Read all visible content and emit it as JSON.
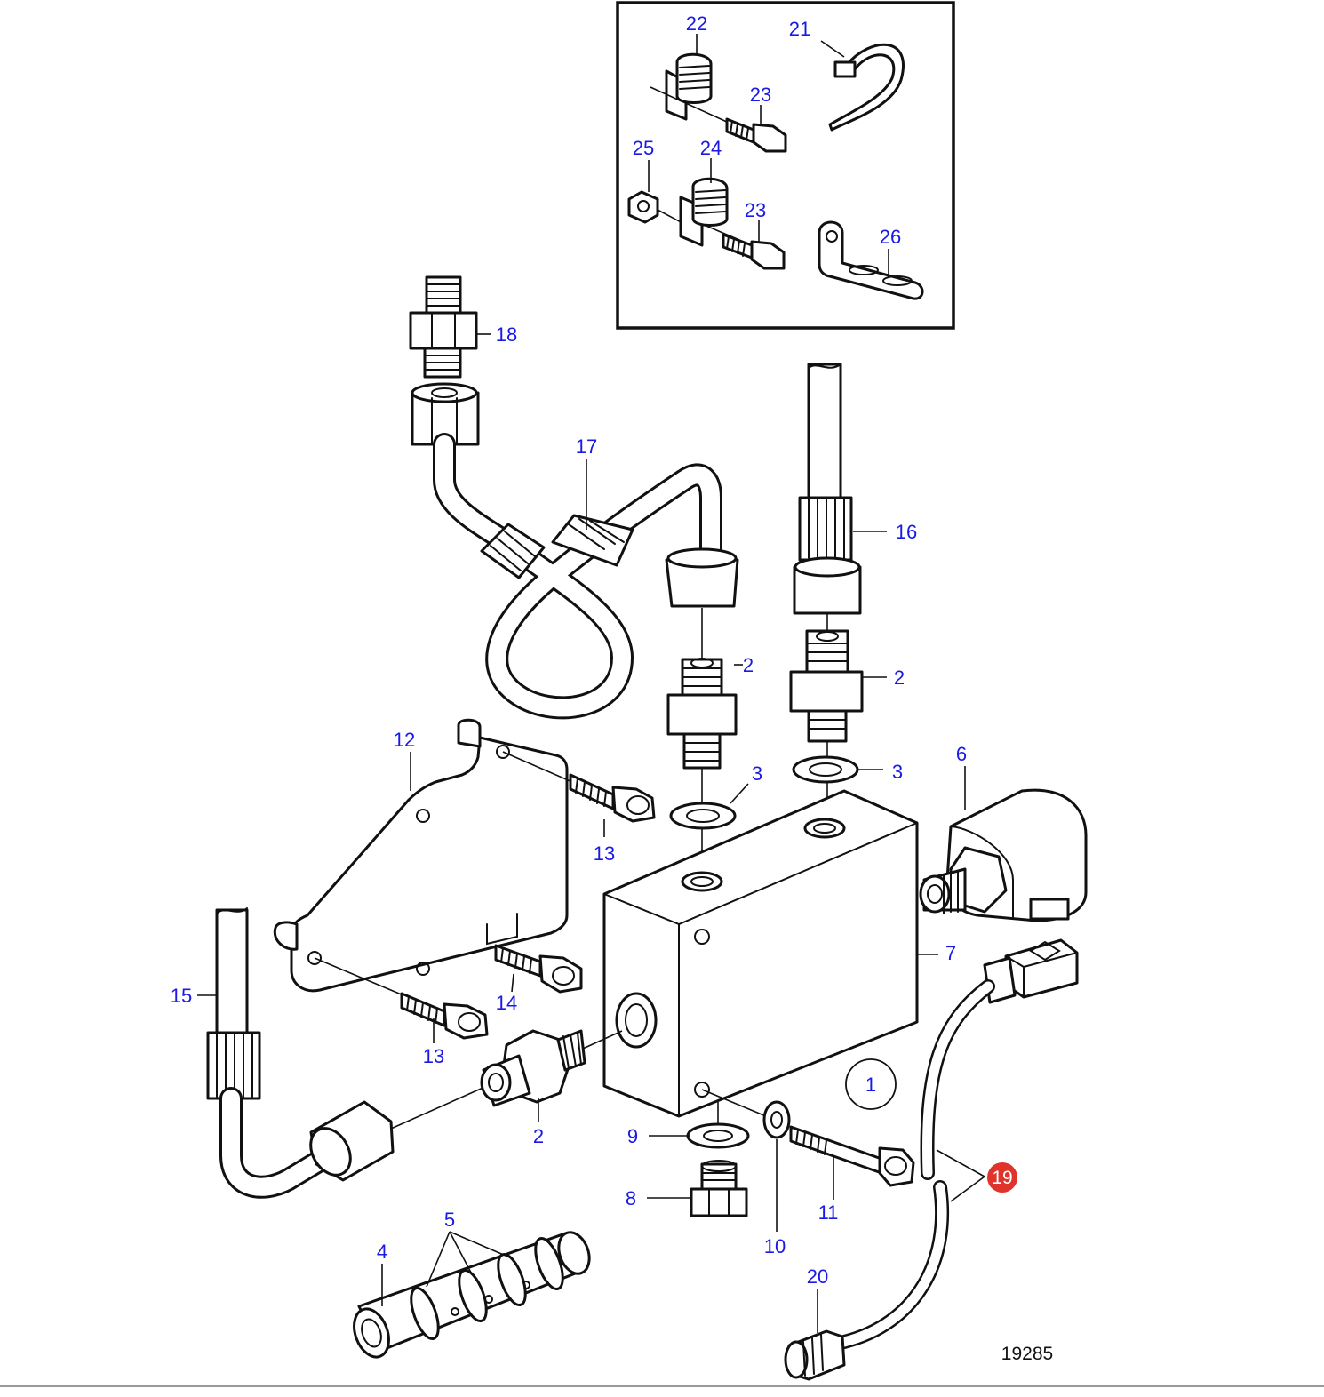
{
  "diagram": {
    "figure_number": "19285",
    "assembly_marker": "1",
    "highlight_color": "#e0332b",
    "callout_color": "#1a1ae6",
    "highlighted_part": "19",
    "callouts": {
      "c2a": "2",
      "c2b": "2",
      "c2c": "2",
      "c3a": "3",
      "c3b": "3",
      "c4": "4",
      "c5": "5",
      "c6": "6",
      "c7": "7",
      "c8": "8",
      "c9": "9",
      "c10": "10",
      "c11": "11",
      "c12": "12",
      "c13a": "13",
      "c13b": "13",
      "c14": "14",
      "c15": "15",
      "c16": "16",
      "c17": "17",
      "c18": "18",
      "c19": "19",
      "c20": "20",
      "c21": "21",
      "c22": "22",
      "c23a": "23",
      "c23b": "23",
      "c24": "24",
      "c25": "25",
      "c26": "26"
    }
  }
}
